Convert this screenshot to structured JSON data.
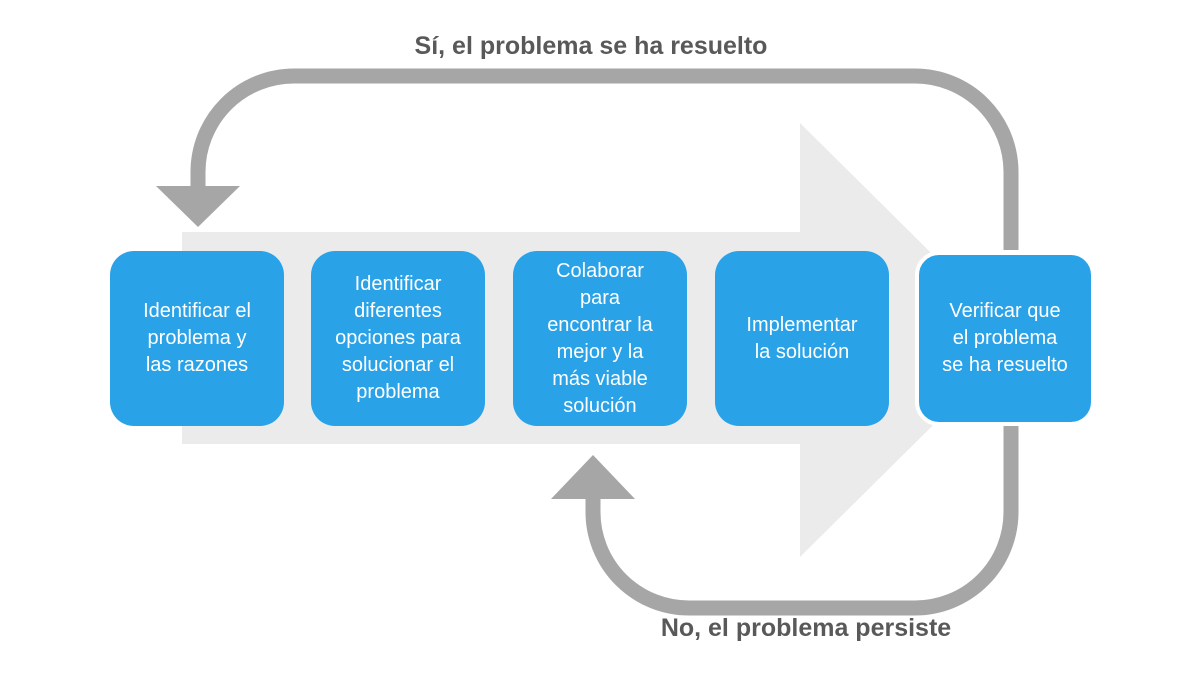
{
  "colors": {
    "background": "#FFFFFF",
    "box_blue": "#29A2E8",
    "box_text": "#FFFFFF",
    "box5_outline": "#FFFFFF",
    "banner_gray": "#EBEBEB",
    "loop_gray": "#A6A6A6",
    "label_gray": "#595959"
  },
  "steps": [
    {
      "label": "Identificar el\nproblema y\nlas razones"
    },
    {
      "label": "Identificar\ndiferentes\nopciones para\nsolucionar el\nproblema"
    },
    {
      "label": "Colaborar\npara\nencontrar la\nmejor y la\nmás viable\nsolución"
    },
    {
      "label": "Implementar\nla solución"
    },
    {
      "label": "Verificar que\nel problema\nse ha resuelto"
    }
  ],
  "loops": {
    "yes_label": "Sí, el problema se ha resuelto",
    "no_label": "No, el problema persiste"
  }
}
